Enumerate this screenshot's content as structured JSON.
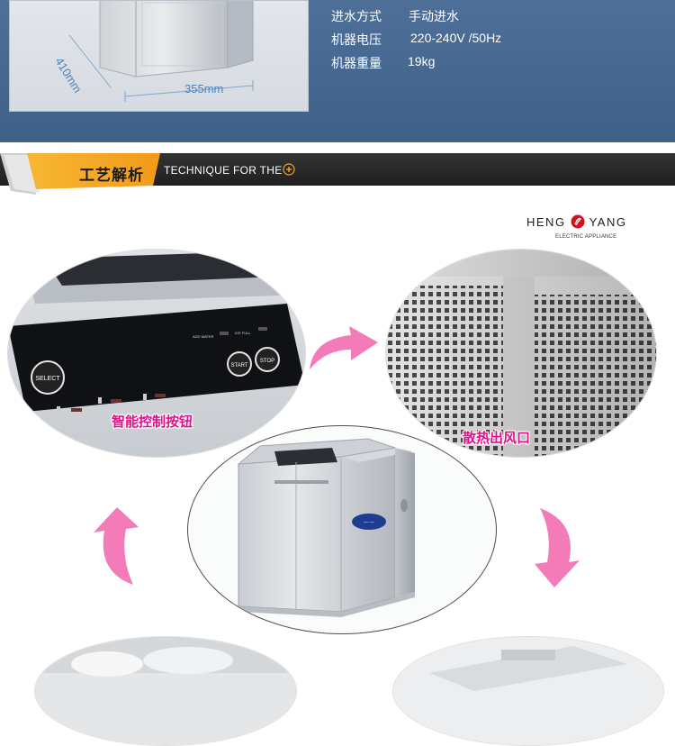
{
  "specs": {
    "dims": {
      "depth": "410mm",
      "width": "355mm"
    },
    "rows": [
      {
        "key": "进水方式",
        "value": "手动进水"
      },
      {
        "key": "机器电压",
        "value": "220-240V /50Hz"
      },
      {
        "key": "机器重量",
        "value": "19kg"
      }
    ]
  },
  "section": {
    "title_cn": "工艺解析",
    "title_en": "TECHNIQUE FOR THE",
    "icon": "plus-circle-icon"
  },
  "brand": {
    "name": "HENG",
    "name2": "YANG",
    "subtitle": "ELECTRIC APPLIANCE"
  },
  "panel": {
    "caption": "智能控制按钮",
    "select_label": "SELECT",
    "start_label": "START",
    "stop_label": "STOP",
    "add_water_label": "ADD WATER",
    "ice_full_label": "ICE FULL"
  },
  "vent": {
    "caption": "散热出风口"
  },
  "colors": {
    "band": "#466891",
    "caption": "#e0118c",
    "arrow": "#f27bb8",
    "title_accent": "#f5a623"
  }
}
